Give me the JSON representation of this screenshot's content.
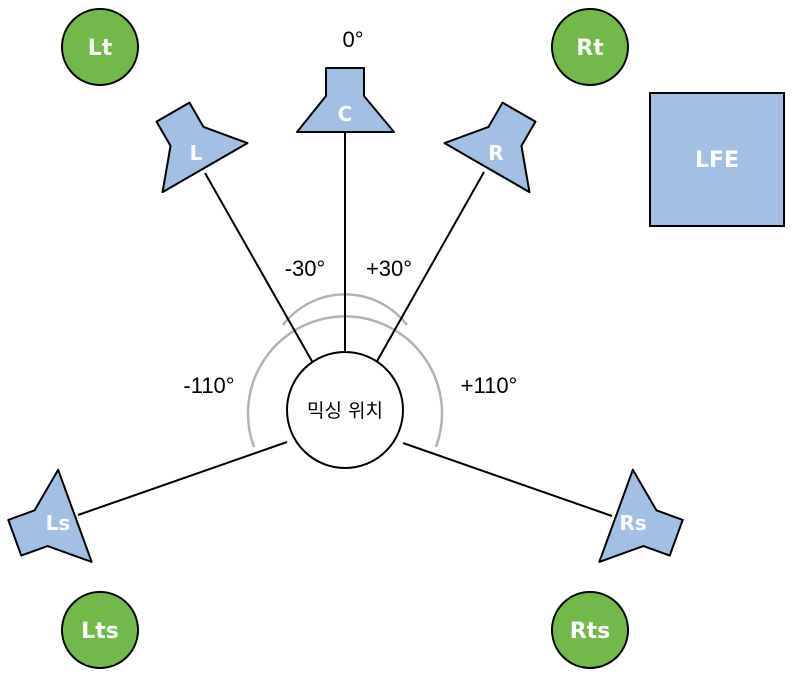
{
  "diagram": {
    "center_label": "믹싱 위치",
    "colors": {
      "speaker_fill": "#a3bfe4",
      "top_speaker_fill": "#72b84a",
      "lfe_fill": "#a3bfe4",
      "arc_stroke": "#b3b3b3"
    },
    "angles": {
      "center": "0°",
      "left": "-30°",
      "right": "+30°",
      "left_surround": "-110°",
      "right_surround": "+110°"
    },
    "speakers": {
      "center": "C",
      "left": "L",
      "right": "R",
      "left_surround": "Ls",
      "right_surround": "Rs"
    },
    "top_speakers": {
      "left_top": "Lt",
      "right_top": "Rt",
      "left_top_surround": "Lts",
      "right_top_surround": "Rts"
    },
    "lfe": "LFE"
  }
}
